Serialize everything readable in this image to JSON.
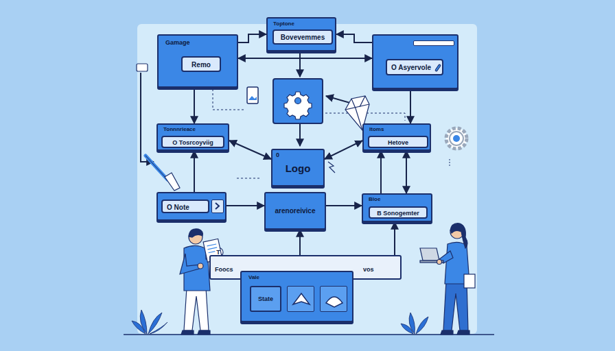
{
  "diagram": {
    "nodes": [
      {
        "text": [
          "Gamage"
        ]
      },
      {
        "text": [
          "Remo"
        ],
        "in": 0
      },
      {
        "text": [
          "Toptone"
        ]
      },
      {
        "text": [
          "Bovevemmes"
        ],
        "in": 2
      },
      {
        "text": []
      },
      {
        "text": [
          "O Asyervole"
        ],
        "in": 4
      },
      {
        "text": [
          "Tonnnrieace"
        ]
      },
      {
        "text": [
          "O Tosrcoyviig"
        ],
        "in": 6
      },
      {
        "text": [
          "0",
          "Logo"
        ]
      },
      {
        "text": [
          "Itoms"
        ]
      },
      {
        "text": [
          "Hetove"
        ],
        "in": 9
      },
      {
        "text": []
      },
      {
        "text": [
          "O Note"
        ],
        "in": 11
      },
      {
        "text": [
          "arenoreivice"
        ]
      },
      {
        "text": [
          "Bloe"
        ]
      },
      {
        "text": [
          "B Sonogemter"
        ],
        "in": 14
      },
      {
        "text": [
          "Foocs",
          "vos"
        ]
      },
      {
        "text": [
          "Vale"
        ]
      },
      {
        "text": [
          "State"
        ],
        "in": 17
      }
    ],
    "edges": [
      {
        "from": 0,
        "to": 4,
        "arrow": "both"
      },
      {
        "from": 0,
        "to": 2,
        "arrow": "to"
      },
      {
        "from": 4,
        "to": 2,
        "arrow": "to"
      },
      {
        "from": 0,
        "to": 6,
        "arrow": "to"
      },
      {
        "from": 4,
        "to": 9,
        "arrow": "to"
      },
      {
        "from": 6,
        "to": 8,
        "arrow": "both"
      },
      {
        "from": 9,
        "to": 8,
        "arrow": "both"
      },
      {
        "from": 11,
        "to": 6,
        "arrow": "to"
      },
      {
        "from": 11,
        "to": 13,
        "arrow": "to"
      },
      {
        "from": 13,
        "to": 14,
        "arrow": "to"
      },
      {
        "from": 14,
        "to": 9,
        "arrow": "to"
      },
      {
        "from": 9,
        "to": 14,
        "arrow": "both"
      },
      {
        "from": 16,
        "to": 13,
        "arrow": "to"
      },
      {
        "from": 16,
        "to": 14,
        "arrow": "to"
      }
    ],
    "labels": [
      "T"
    ]
  }
}
